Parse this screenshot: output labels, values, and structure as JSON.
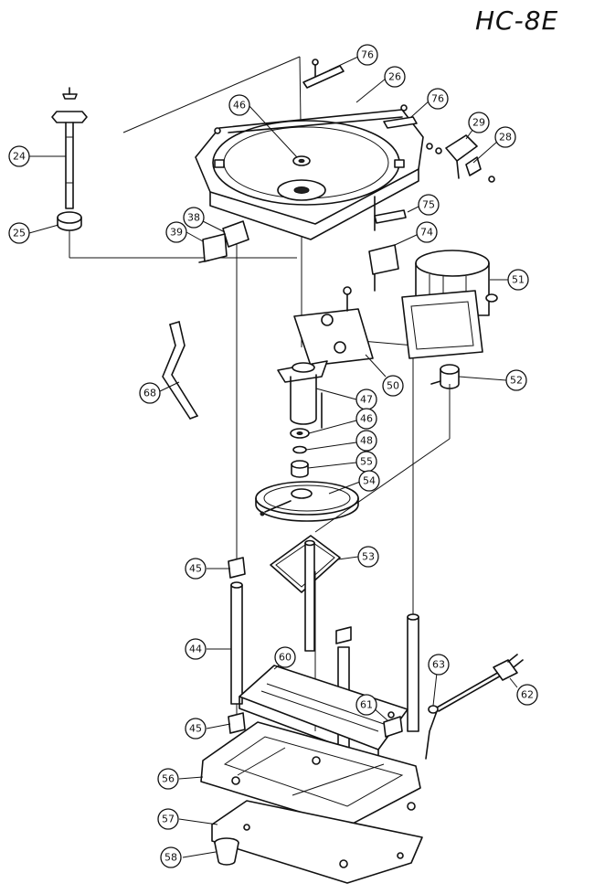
{
  "title": "HC-8E",
  "parts": [
    {
      "number": "76"
    },
    {
      "number": "26"
    },
    {
      "number": "76"
    },
    {
      "number": "46"
    },
    {
      "number": "29"
    },
    {
      "number": "28"
    },
    {
      "number": "24"
    },
    {
      "number": "25"
    },
    {
      "number": "38"
    },
    {
      "number": "39"
    },
    {
      "number": "75"
    },
    {
      "number": "74"
    },
    {
      "number": "51"
    },
    {
      "number": "68"
    },
    {
      "number": "50"
    },
    {
      "number": "52"
    },
    {
      "number": "47"
    },
    {
      "number": "46"
    },
    {
      "number": "48"
    },
    {
      "number": "55"
    },
    {
      "number": "54"
    },
    {
      "number": "53"
    },
    {
      "number": "45"
    },
    {
      "number": "44"
    },
    {
      "number": "60"
    },
    {
      "number": "63"
    },
    {
      "number": "62"
    },
    {
      "number": "61"
    },
    {
      "number": "45"
    },
    {
      "number": "56"
    },
    {
      "number": "57"
    },
    {
      "number": "58"
    }
  ]
}
